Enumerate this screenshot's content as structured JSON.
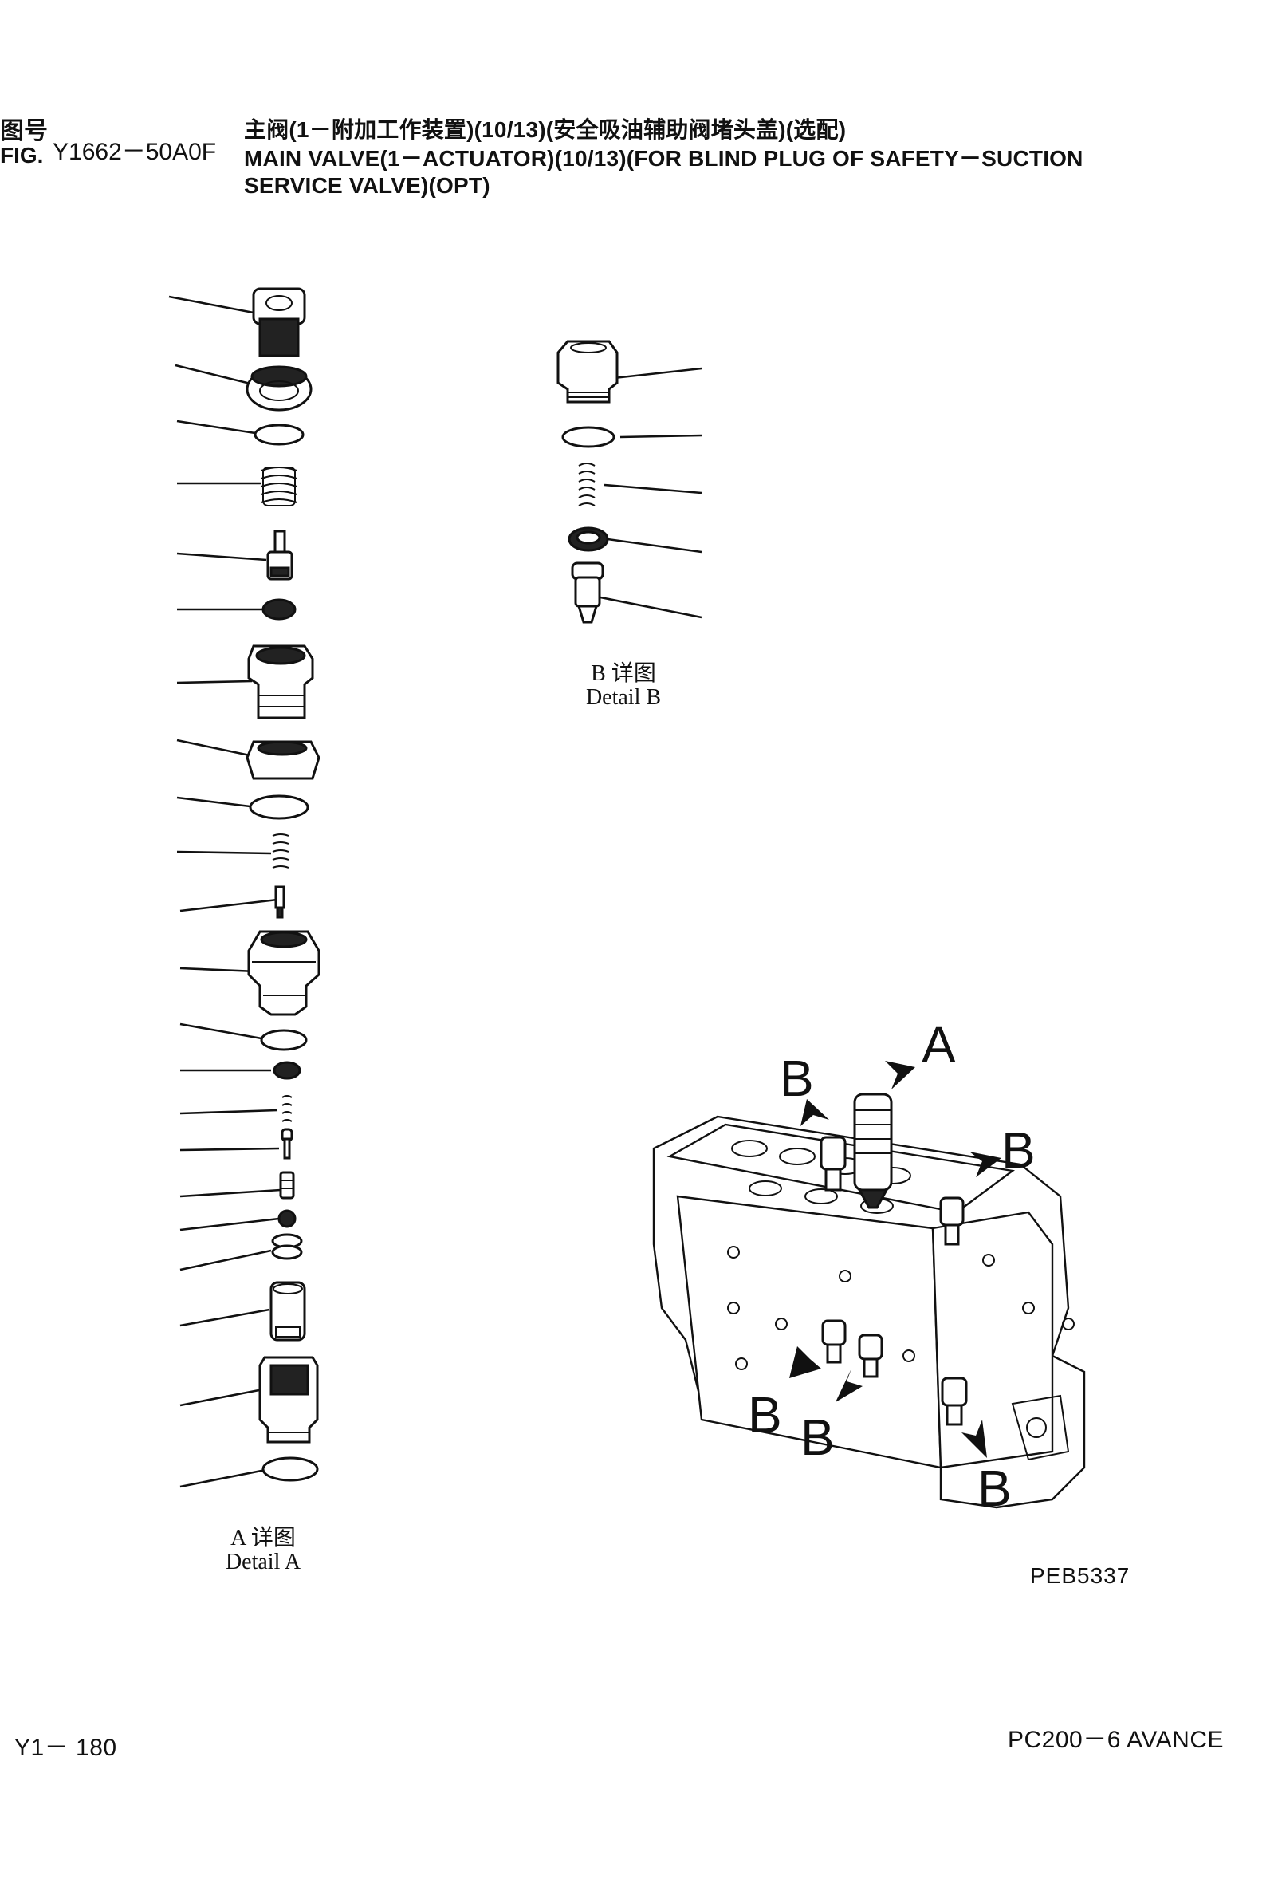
{
  "header": {
    "fig_label_cn": "图号",
    "fig_label_en": "FIG.",
    "fig_number": "Y1662－50A0F",
    "title_cn": "主阀(1－附加工作装置)(10/13)(安全吸油辅助阀堵头盖)(选配)",
    "title_en_line1": "MAIN VALVE(1－ACTUATOR)(10/13)(FOR BLIND PLUG OF SAFETY－SUCTION",
    "title_en_line2": "SERVICE VALVE)(OPT)"
  },
  "detail_a": {
    "caption_cn": "A 详图",
    "caption_en": "Detail A"
  },
  "detail_b": {
    "caption_cn": "B 详图",
    "caption_en": "Detail B"
  },
  "assembly": {
    "callout_a": "A",
    "callout_b": "B",
    "drawing_code": "PEB5337"
  },
  "footer": {
    "page": "Y1－ 180",
    "model": "PC200－6 AVANCE"
  }
}
